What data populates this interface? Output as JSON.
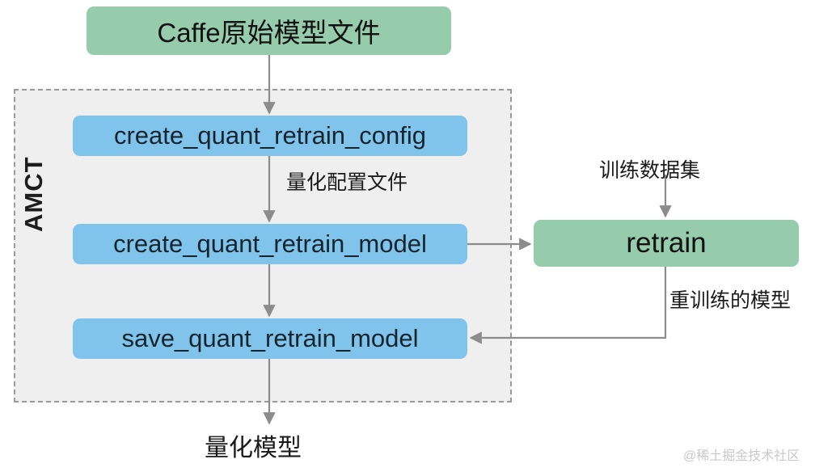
{
  "diagram": {
    "title_node": {
      "label": "Caffe原始模型文件"
    },
    "container": {
      "label": "AMCT"
    },
    "nodes": [
      {
        "id": "create_quant_retrain_config",
        "label": "create_quant_retrain_config",
        "color": "#80c4ec"
      },
      {
        "id": "create_quant_retrain_model",
        "label": "create_quant_retrain_model",
        "color": "#80c4ec"
      },
      {
        "id": "save_quant_retrain_model",
        "label": "save_quant_retrain_model",
        "color": "#80c4ec"
      },
      {
        "id": "retrain",
        "label": "retrain",
        "color": "#96ccab"
      }
    ],
    "edge_labels": {
      "quant_config_file": "量化配置文件",
      "train_dataset": "训练数据集",
      "retrained_model": "重训练的模型",
      "quant_model": "量化模型"
    },
    "colors": {
      "green": "#96ccab",
      "blue": "#80c4ec",
      "container_fill": "#efefef",
      "container_border": "#9a9a9a",
      "arrow": "#8c8c8c",
      "text": "#1a1a1a"
    }
  },
  "watermark": {
    "text": "@稀土掘金技术社区"
  }
}
